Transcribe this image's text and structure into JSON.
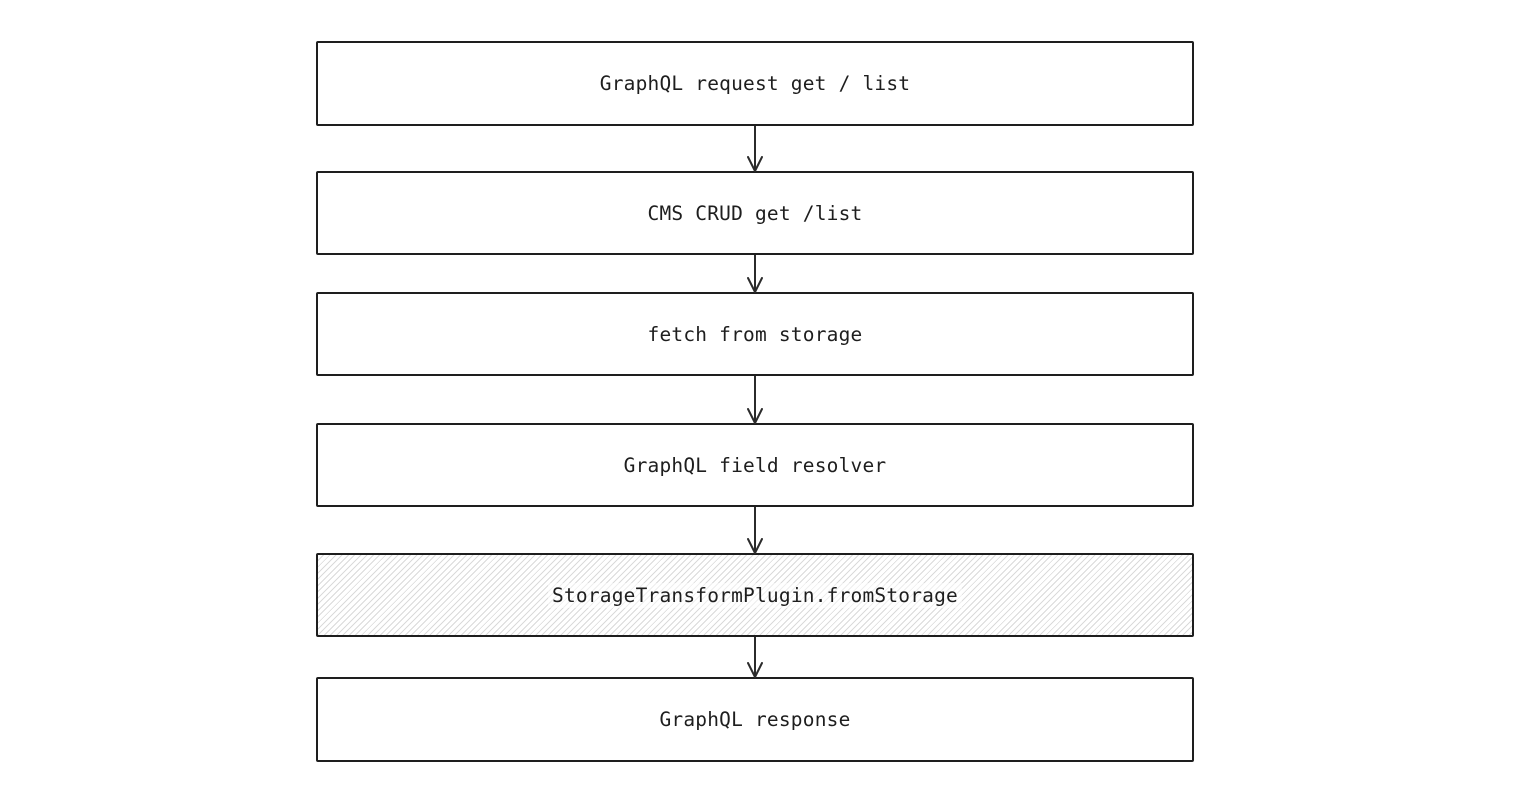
{
  "page": {
    "background_color": "#ffffff",
    "stroke_color": "#1e1e1e",
    "text_color": "#1e1e1e",
    "hatch_color": "#dadada"
  },
  "flowchart": {
    "type": "flow",
    "direction": "top-down",
    "nodes": [
      {
        "id": 0,
        "label": "GraphQL request get / list",
        "fill": "white"
      },
      {
        "id": 1,
        "label": "CMS CRUD get /list",
        "fill": "white"
      },
      {
        "id": 2,
        "label": "fetch from storage",
        "fill": "white"
      },
      {
        "id": 3,
        "label": "GraphQL field resolver",
        "fill": "white"
      },
      {
        "id": 4,
        "label": "StorageTransformPlugin.fromStorage",
        "fill": "hachure"
      },
      {
        "id": 5,
        "label": "GraphQL response",
        "fill": "white"
      }
    ],
    "edges": [
      {
        "from": 0,
        "to": 1,
        "style": "arrow-down"
      },
      {
        "from": 1,
        "to": 2,
        "style": "arrow-down"
      },
      {
        "from": 2,
        "to": 3,
        "style": "arrow-down"
      },
      {
        "from": 3,
        "to": 4,
        "style": "arrow-down"
      },
      {
        "from": 4,
        "to": 5,
        "style": "arrow-down"
      }
    ]
  }
}
